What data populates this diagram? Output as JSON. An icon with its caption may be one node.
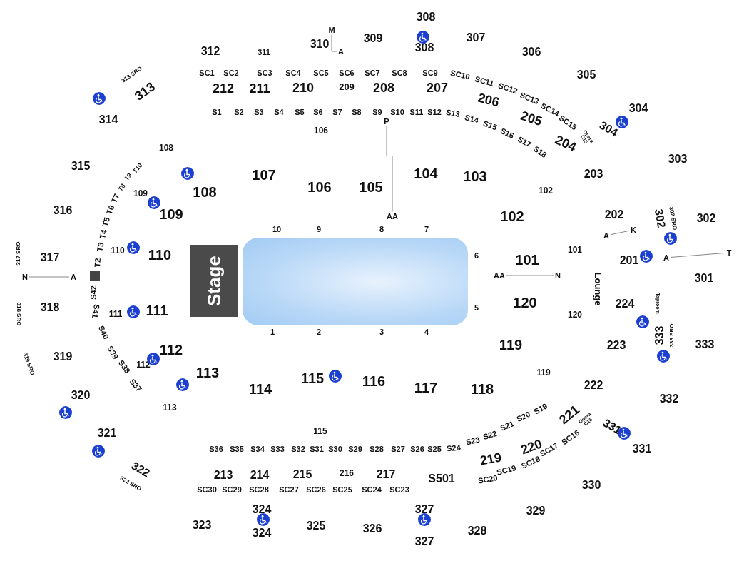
{
  "diagram": {
    "nodes": [
      {
        "text": [
          "Stage"
        ]
      },
      {
        "text": [],
        "shape": "box"
      },
      {
        "text": [
          "M"
        ]
      },
      {
        "text": [
          "A"
        ]
      },
      {
        "text": [
          "P"
        ]
      },
      {
        "text": [
          "AA"
        ]
      },
      {
        "text": [
          "N"
        ]
      },
      {
        "text": [
          "A"
        ]
      },
      {
        "text": [
          "AA"
        ]
      },
      {
        "text": [
          "N"
        ]
      },
      {
        "text": [
          "A"
        ]
      },
      {
        "text": [
          "K"
        ]
      },
      {
        "text": [
          "A"
        ]
      },
      {
        "text": [
          "T"
        ]
      }
    ],
    "edges": [
      {
        "from": 2,
        "to": 3,
        "arrow": "none"
      },
      {
        "from": 4,
        "to": 5,
        "arrow": "none"
      },
      {
        "from": 6,
        "to": 7,
        "arrow": "none"
      },
      {
        "from": 8,
        "to": 9,
        "arrow": "none"
      },
      {
        "from": 10,
        "to": 11,
        "arrow": "none"
      },
      {
        "from": 12,
        "to": 13,
        "arrow": "none"
      }
    ],
    "labels": [
      "308",
      "309",
      "307",
      "310",
      "308",
      "312",
      "311",
      "306",
      "313 SRO",
      "SC1",
      "SC2",
      "SC3",
      "SC4",
      "SC5",
      "SC6",
      "SC7",
      "SC8",
      "SC9",
      "SC10",
      "SC11",
      "SC12",
      "SC13",
      "SC14",
      "SC15",
      "305",
      "212",
      "211",
      "210",
      "209",
      "208",
      "207",
      "206",
      "313",
      "205",
      "304",
      "S1",
      "S2",
      "S3",
      "S4",
      "S5",
      "S6",
      "S7",
      "S8",
      "S9",
      "S10",
      "S11",
      "S12",
      "S13",
      "S14",
      "S15",
      "S16",
      "S17",
      "S18",
      "314",
      "304",
      "Opera C15",
      "204",
      "106",
      "108",
      "303",
      "315",
      "T10",
      "T9",
      "107",
      "104",
      "103",
      "203",
      "T8",
      "106",
      "105",
      "102",
      "108",
      "109",
      "T7",
      "316",
      "T6",
      "109",
      "102",
      "202",
      "302",
      "302 SRO",
      "302",
      "T5",
      "10",
      "9",
      "8",
      "7",
      "T4",
      "T3",
      "317 SRO",
      "317",
      "T2",
      "110",
      "110",
      "6",
      "101",
      "101",
      "201",
      "301",
      "Lounge",
      "S42",
      "318",
      "318 SRO",
      "111",
      "111",
      "S41",
      "120",
      "224",
      "5",
      "Taproom",
      "120",
      "1",
      "2",
      "3",
      "4",
      "S40",
      "333",
      "333 SRO",
      "119",
      "223",
      "333",
      "S39",
      "112",
      "319",
      "319 SRO",
      "112",
      "S38",
      "113",
      "115",
      "116",
      "119",
      "222",
      "S37",
      "114",
      "117",
      "118",
      "320",
      "332",
      "113",
      "S21",
      "S20",
      "S19",
      "221",
      "Opera C16",
      "331",
      "115",
      "S22",
      "S23",
      "321",
      "SC16",
      "S36",
      "S35",
      "S34",
      "S33",
      "S32",
      "S31",
      "S30",
      "S29",
      "S28",
      "S27",
      "S26",
      "S25",
      "S24",
      "220",
      "SC17",
      "331",
      "219",
      "SC18",
      "322",
      "SC19",
      "213",
      "214",
      "215",
      "216",
      "217",
      "S501",
      "SC20",
      "322 SRO",
      "330",
      "SC30",
      "SC29",
      "SC28",
      "SC27",
      "SC26",
      "SC25",
      "SC24",
      "SC23",
      "324",
      "327",
      "329",
      "323",
      "324",
      "325",
      "326",
      "327",
      "328"
    ]
  }
}
